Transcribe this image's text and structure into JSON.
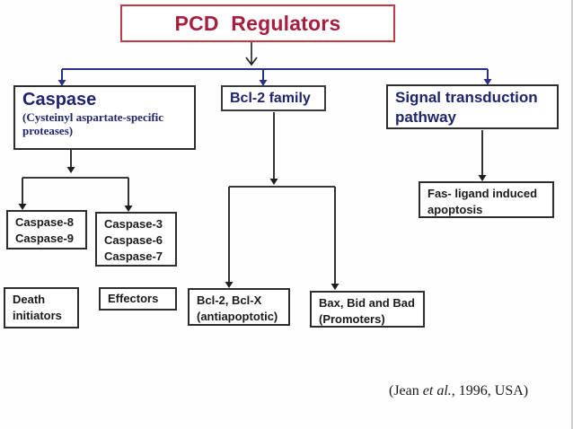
{
  "title_box": {
    "label": "PCD Regulators"
  },
  "boxes": {
    "caspase": {
      "title": "Caspase",
      "subtitle": "(Cysteinyl  aspartate-specific proteases)"
    },
    "bcl2_family": {
      "label": "Bcl-2 family"
    },
    "signal_transduction": {
      "label": "Signal transduction pathway"
    },
    "fas": {
      "lines": [
        "Fas- ligand induced",
        "apoptosis"
      ]
    },
    "caspase_initiators": {
      "lines": [
        "Caspase-8",
        "Caspase-9"
      ]
    },
    "caspase_effectors": {
      "lines": [
        "Caspase-3",
        "Caspase-6",
        "Caspase-7"
      ]
    },
    "death_initiators": {
      "lines": [
        "Death",
        "initiators"
      ]
    },
    "effectors": {
      "label": "Effectors"
    },
    "bcl2_antiapoptotic": {
      "lines": [
        "Bcl-2, Bcl-X",
        "(antiapoptotic)"
      ]
    },
    "bax_promoters": {
      "lines": [
        "Bax, Bid and Bad",
        "(Promoters)"
      ]
    }
  },
  "citation": {
    "prefix": "(Jean ",
    "italic": "et al.",
    "suffix": ", 1996, USA)"
  },
  "colors": {
    "accent_red_border": "#c23a42",
    "accent_red_text": "#a81e3e",
    "navy_text": "#1e246e",
    "navy_line": "#2c3185",
    "black_line": "#1d1d1d"
  }
}
